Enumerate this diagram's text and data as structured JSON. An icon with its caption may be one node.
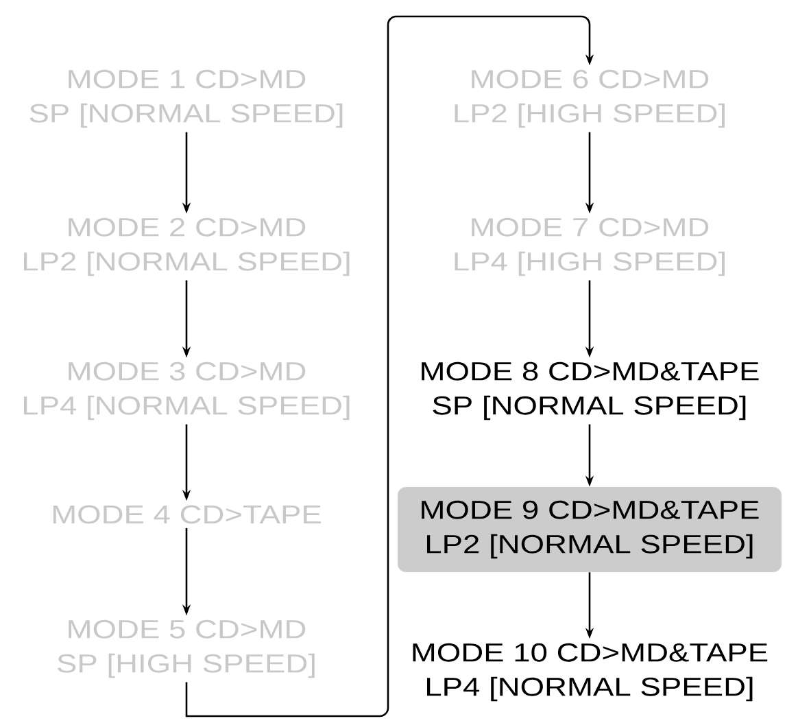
{
  "diagram": {
    "nodes": [
      {
        "text": [
          "MODE 1 CD>MD SP [NORMAL SPEED]"
        ]
      },
      {
        "text": [
          "MODE 2 CD>MD LP2 [NORMAL SPEED]"
        ]
      },
      {
        "text": [
          "MODE 3 CD>MD LP4 [NORMAL SPEED]"
        ]
      },
      {
        "text": [
          "MODE 4 CD>TAPE"
        ]
      },
      {
        "text": [
          "MODE 5 CD>MD SP [HIGH SPEED]"
        ]
      },
      {
        "text": [
          "MODE 6 CD>MD LP2 [HIGH SPEED]"
        ]
      },
      {
        "text": [
          "MODE 7 CD>MD LP4 [HIGH SPEED]"
        ]
      },
      {
        "text": [
          "MODE 8 CD>MD&TAPE SP [NORMAL SPEED]"
        ]
      },
      {
        "text": [
          "MODE 9 CD>MD&TAPE LP2 [NORMAL SPEED]"
        ]
      },
      {
        "text": [
          "MODE 10 CD>MD&TAPE LP4 [NORMAL SPEED]"
        ]
      }
    ],
    "edges": [
      {
        "from": 0,
        "to": 1,
        "arrow": "to"
      },
      {
        "from": 1,
        "to": 2,
        "arrow": "to"
      },
      {
        "from": 2,
        "to": 3,
        "arrow": "to"
      },
      {
        "from": 3,
        "to": 4,
        "arrow": "to"
      },
      {
        "from": 4,
        "to": 5,
        "arrow": "to"
      },
      {
        "from": 5,
        "to": 6,
        "arrow": "to"
      },
      {
        "from": 6,
        "to": 7,
        "arrow": "to"
      },
      {
        "from": 7,
        "to": 8,
        "arrow": "to"
      },
      {
        "from": 8,
        "to": 9,
        "arrow": "to"
      }
    ]
  }
}
